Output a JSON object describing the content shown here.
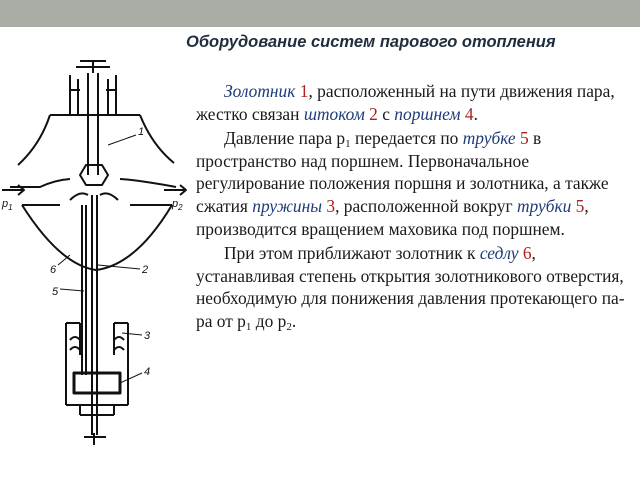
{
  "title": "Оборудование систем парового отопления",
  "diagram": {
    "labels": {
      "p1": "p",
      "p1_sub": "1",
      "p2": "p",
      "p2_sub": "2",
      "n1": "1",
      "n2": "2",
      "n3": "3",
      "n4": "4",
      "n5": "5",
      "n6": "6"
    }
  },
  "paragraphs": {
    "p1": {
      "term1": "Золотник",
      "num1": "1",
      "t1": ", расположенный на пути движения пара, жестко связан ",
      "term2": "штоком",
      "num2": "2",
      "t2": " с ",
      "term3": "поршнем",
      "num3": "4",
      "t3": "."
    },
    "p2": {
      "t1": "Давление пара р",
      "sub1": "1",
      "t2": " передается по ",
      "term1": "трубке",
      "num1": "5",
      "t3": " в пространство над поршнем. Первоначальное регулирование положения поршня и золотника, а также сжатия ",
      "term2": "пружины",
      "num2": "3",
      "t4": ", расположенной вокруг ",
      "term3": "трубки",
      "num3": "5",
      "t5": ", производится вращением маховика под поршнем."
    },
    "p3": {
      "t1": "При этом приближают золотник к ",
      "term1": "седлу",
      "num1": "6",
      "t2": ", устанавливая степень открытия золотникового отверстия, необходимую для понижения давления протекающего па-ра от р",
      "sub1": "1",
      "t3": " до р",
      "sub2": "2",
      "t4": "."
    }
  }
}
